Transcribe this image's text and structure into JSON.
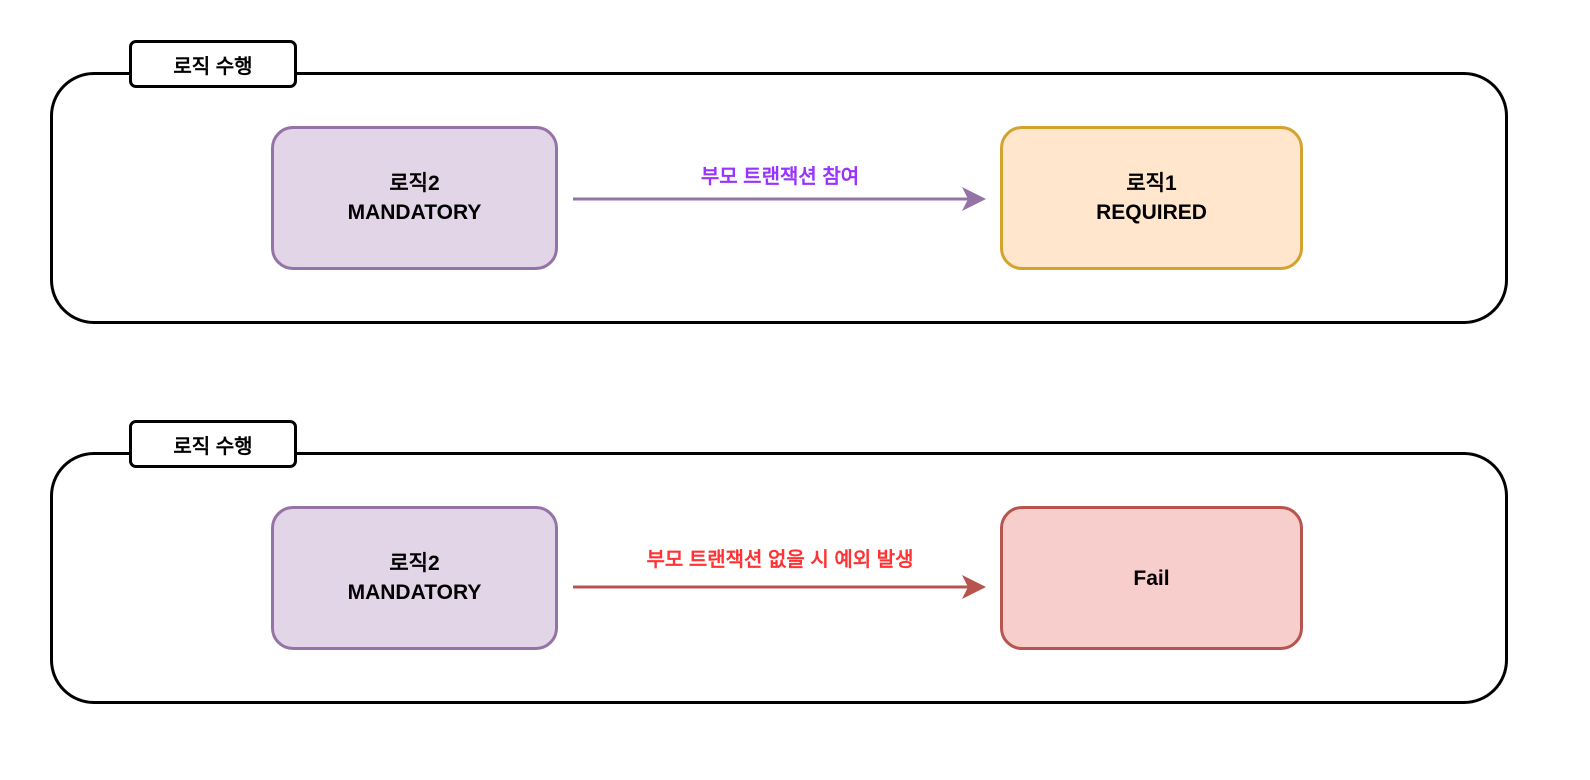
{
  "colors": {
    "purple_fill": "#e1d5e7",
    "purple_stroke": "#9673a6",
    "orange_fill": "#ffe6cc",
    "orange_stroke": "#d6a22e",
    "red_fill": "#f8cecc",
    "red_stroke": "#b85450",
    "purple_text": "#9933ff",
    "red_text": "#ff3333"
  },
  "scenes": [
    {
      "frame_label": "로직 수행",
      "left_node": {
        "line1": "로직2",
        "line2": "MANDATORY"
      },
      "arrow_label": "부모 트랜잭션 참여",
      "right_node": {
        "line1": "로직1",
        "line2": "REQUIRED"
      }
    },
    {
      "frame_label": "로직 수행",
      "left_node": {
        "line1": "로직2",
        "line2": "MANDATORY"
      },
      "arrow_label": "부모 트랜잭션 없을 시 예외 발생",
      "right_node": {
        "line1": "Fail"
      }
    }
  ]
}
